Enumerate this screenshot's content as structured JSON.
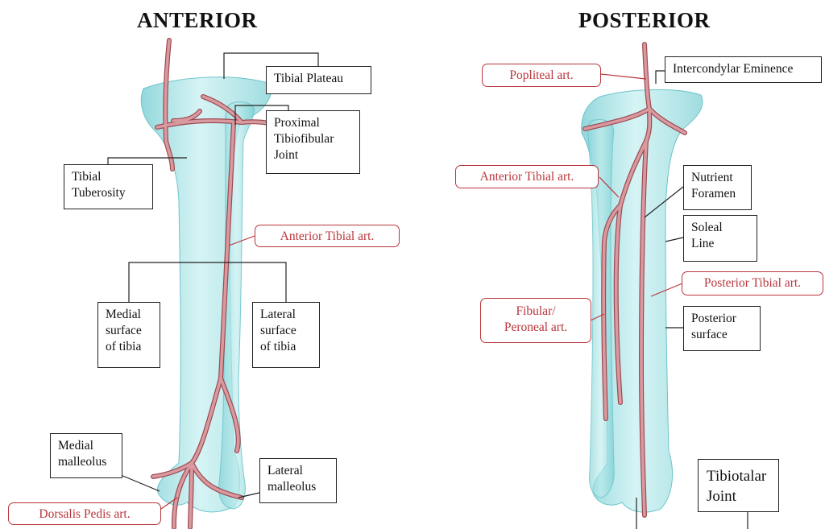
{
  "anterior": {
    "title": "ANTERIOR",
    "labels": {
      "tibial_plateau": "Tibial Plateau",
      "proximal_joint": "Proximal\nTibiofibular\nJoint",
      "tibial_tuberosity": "Tibial\nTuberosity",
      "anterior_tibial_art": "Anterior Tibial art.",
      "medial_surface": "Medial\nsurface\nof tibia",
      "lateral_surface": "Lateral\nsurface\nof tibia",
      "medial_malleolus": "Medial\nmalleolus",
      "lateral_malleolus": "Lateral\nmalleolus",
      "dorsalis_pedis_art": "Dorsalis Pedis art."
    }
  },
  "posterior": {
    "title": "POSTERIOR",
    "labels": {
      "popliteal_art": "Popliteal art.",
      "intercondylar_eminence": "Intercondylar Eminence",
      "anterior_tibial_art": "Anterior Tibial art.",
      "nutrient_foramen": "Nutrient\nForamen",
      "soleal_line": "Soleal\nLine",
      "posterior_tibial_art": "Posterior Tibial art.",
      "fibular_art": "Fibular/\nPeroneal art.",
      "posterior_surface": "Posterior\nsurface",
      "tibiotalar_joint": "Tibiotalar\nJoint"
    }
  },
  "colors": {
    "bone_fill": "#a9e3e6",
    "bone_shade": "#7fd0d5",
    "artery": "#d99a9f",
    "artery_outline": "#9c4a52",
    "label_red": "#b9353b",
    "line_black": "#222222"
  }
}
